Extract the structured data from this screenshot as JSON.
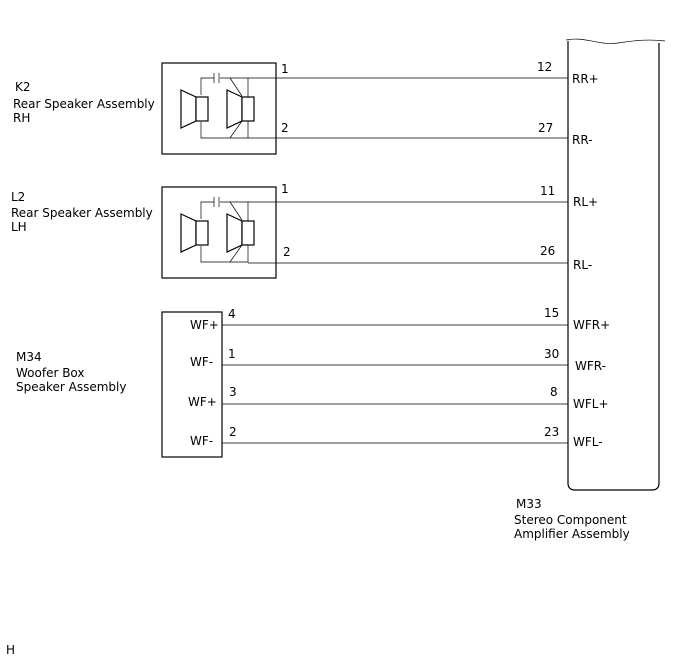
{
  "components": {
    "k2": {
      "code": "K2",
      "name_lines": [
        "Rear Speaker Assembly",
        "RH"
      ]
    },
    "l2": {
      "code": "L2",
      "name_lines": [
        "Rear Speaker Assembly",
        "LH"
      ]
    },
    "m34": {
      "code": "M34",
      "name_lines": [
        "Woofer Box",
        "Speaker Assembly"
      ],
      "pins": [
        "WF+",
        "WF-",
        "WF+",
        "WF-"
      ]
    },
    "m33": {
      "code": "M33",
      "name_lines": [
        "Stereo Component",
        "Amplifier Assembly"
      ]
    }
  },
  "wires": [
    {
      "from_pin": "1",
      "to_pin": "12",
      "terminal": "RR+"
    },
    {
      "from_pin": "2",
      "to_pin": "27",
      "terminal": "RR-"
    },
    {
      "from_pin": "1",
      "to_pin": "11",
      "terminal": "RL+"
    },
    {
      "from_pin": "2",
      "to_pin": "26",
      "terminal": "RL-"
    },
    {
      "from_pin": "4",
      "to_pin": "15",
      "terminal": "WFR+"
    },
    {
      "from_pin": "1",
      "to_pin": "30",
      "terminal": "WFR-"
    },
    {
      "from_pin": "3",
      "to_pin": "8",
      "terminal": "WFL+"
    },
    {
      "from_pin": "2",
      "to_pin": "23",
      "terminal": "WFL-"
    }
  ],
  "footer_code": "H"
}
